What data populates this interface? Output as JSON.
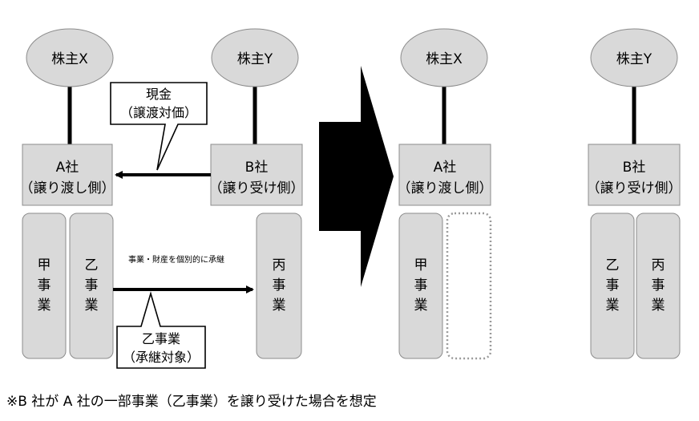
{
  "left": {
    "shareholder_x": "株主X",
    "shareholder_y": "株主Y",
    "cash_callout": [
      "現金",
      "（譲渡対価）"
    ],
    "company_a": [
      "A社",
      "（譲り渡し側）"
    ],
    "company_b": [
      "B社",
      "（譲り受け側）"
    ],
    "business_ko": [
      "甲",
      "事",
      "業"
    ],
    "business_otsu": [
      "乙",
      "事",
      "業"
    ],
    "business_hei": [
      "丙",
      "事",
      "業"
    ],
    "transfer_label": "事業・財産を個別的に承継",
    "target_callout": [
      "乙事業",
      "（承継対象）"
    ]
  },
  "right": {
    "shareholder_x": "株主X",
    "shareholder_y": "株主Y",
    "company_a": [
      "A社",
      "（譲り渡し側）"
    ],
    "company_b": [
      "B社",
      "（譲り受け側）"
    ],
    "business_ko": [
      "甲",
      "事",
      "業"
    ],
    "business_otsu": [
      "乙",
      "事",
      "業"
    ],
    "business_hei": [
      "丙",
      "事",
      "業"
    ]
  },
  "footnote": "※B 社が A 社の一部事業（乙事業）を譲り受けた場合を想定"
}
